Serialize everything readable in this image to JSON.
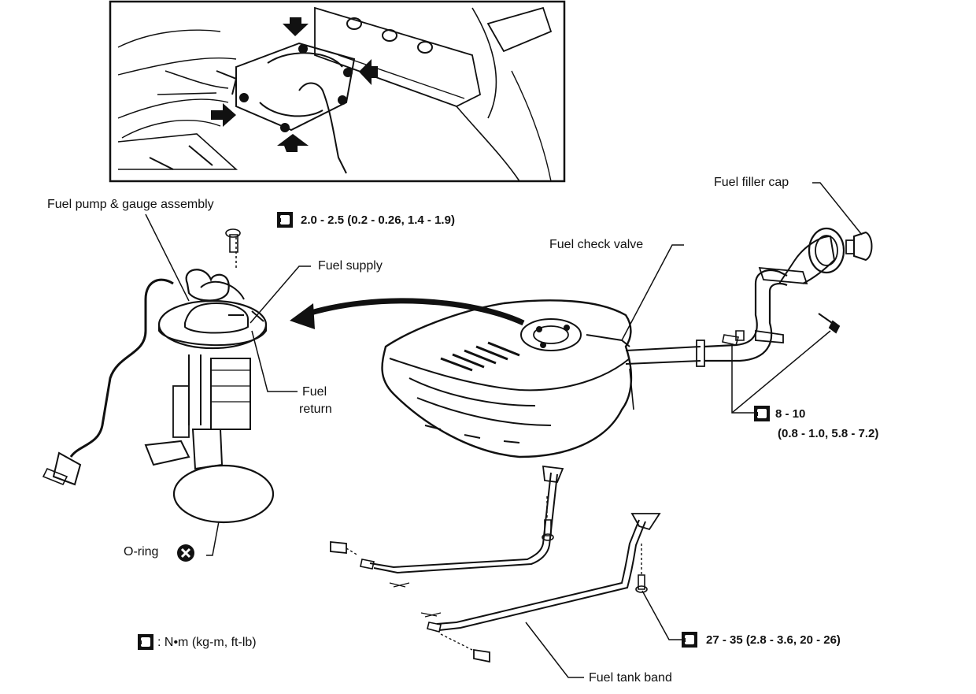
{
  "labels": {
    "fuel_pump_assembly": "Fuel pump & gauge assembly",
    "fuel_supply": "Fuel supply",
    "fuel_return_1": "Fuel",
    "fuel_return_2": "return",
    "o_ring": "O-ring",
    "fuel_check_valve": "Fuel check valve",
    "fuel_filler_cap": "Fuel filler cap",
    "fuel_tank_band": "Fuel tank band",
    "legend": ": N•m (kg-m, ft-lb)"
  },
  "torque": {
    "pump_bolt": "2.0 - 2.5 (0.2 - 0.26, 1.4 - 1.9)",
    "filler_line_1": "8 - 10",
    "filler_line_2": "(0.8 - 1.0, 5.8 - 7.2)",
    "band_bolt": "27 - 35 (2.8 - 3.6, 20 - 26)"
  },
  "icons": {
    "torque": "torque-wrench-icon",
    "no_reuse": "do-not-reuse-x-icon"
  }
}
